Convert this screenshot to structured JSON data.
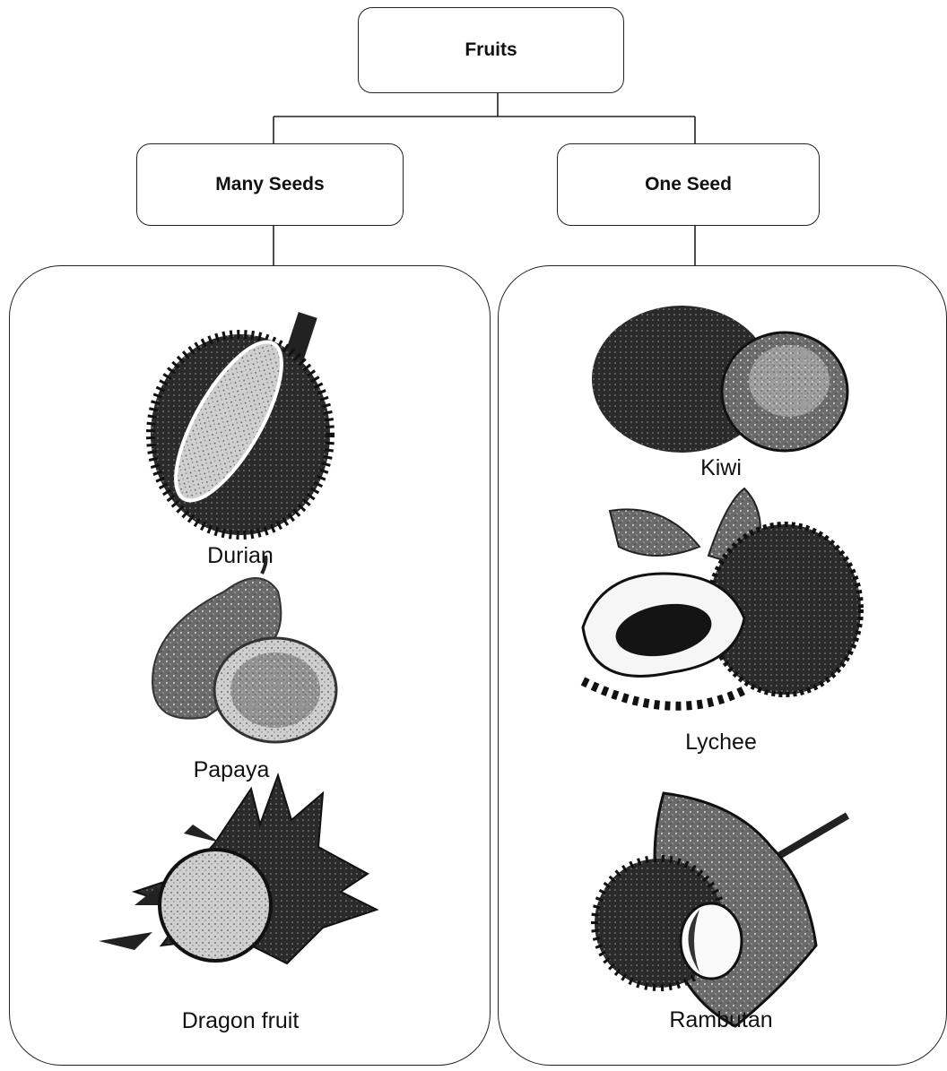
{
  "diagram": {
    "root": {
      "label": "Fruits"
    },
    "groups": [
      {
        "label": "Many Seeds",
        "fruits": [
          "Durian",
          "Papaya",
          "Dragon fruit"
        ]
      },
      {
        "label": "One Seed",
        "fruits": [
          "Kiwi",
          "Lychee",
          "Rambutan"
        ]
      }
    ]
  },
  "colors": {
    "line": "#222222",
    "dark": "#1c1c1c",
    "mid": "#5a5a5a",
    "light": "#bdbdbd",
    "paper": "#ffffff"
  }
}
